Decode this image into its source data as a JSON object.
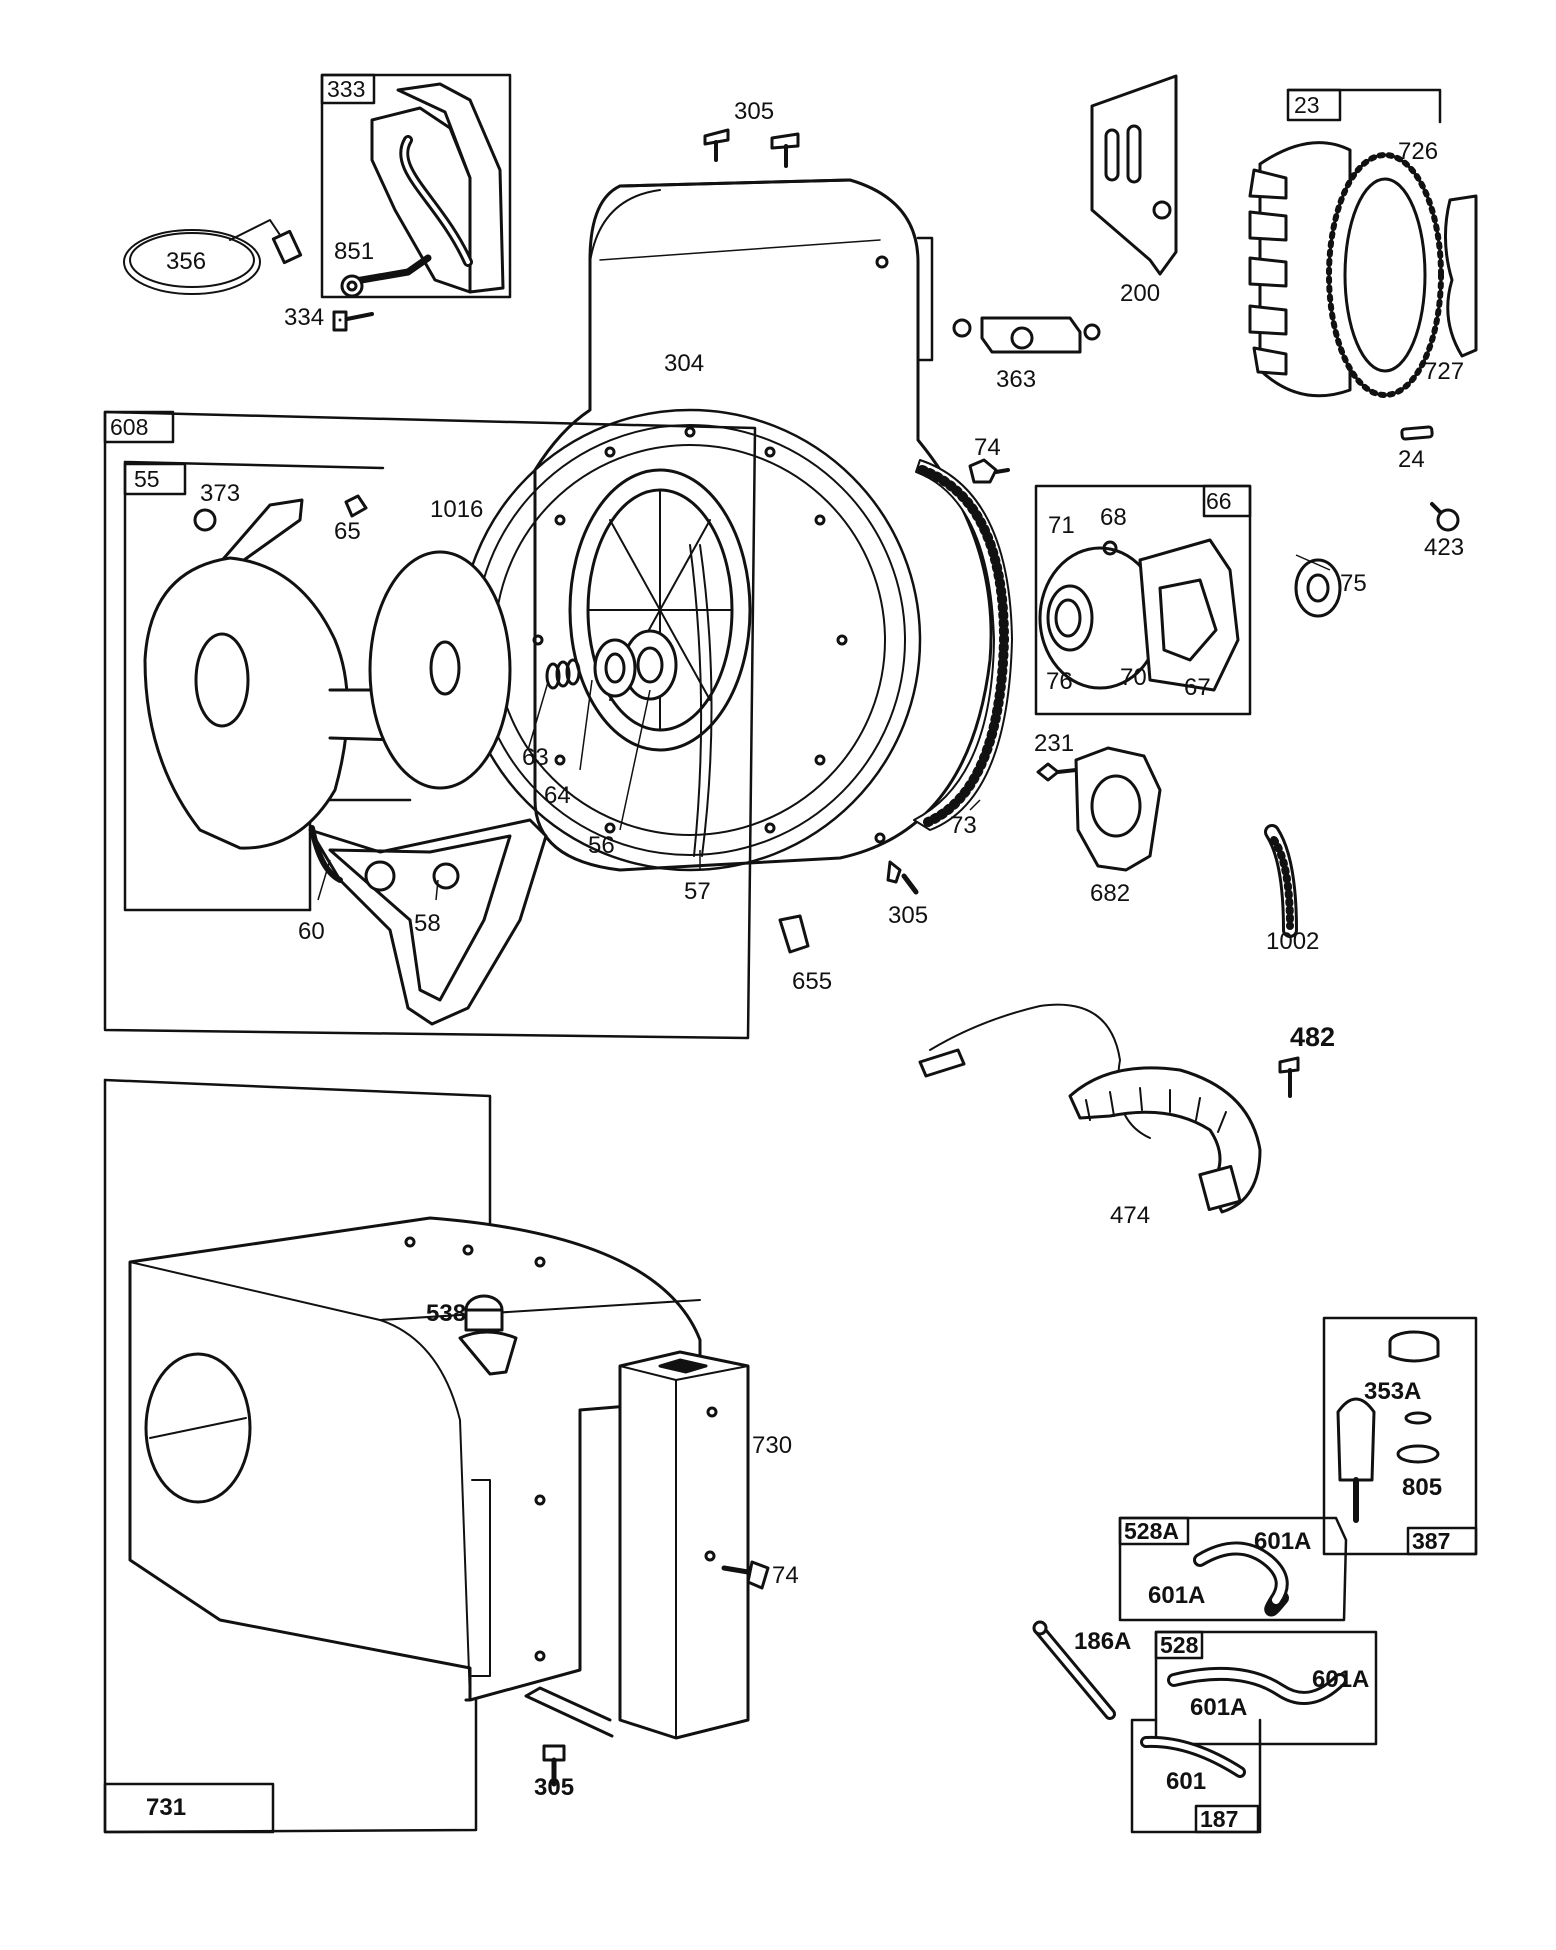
{
  "parts": {
    "p333": "333",
    "p356": "356",
    "p851": "851",
    "p334": "334",
    "p305_top": "305",
    "p304": "304",
    "p200": "200",
    "p23": "23",
    "p726": "726",
    "p727": "727",
    "p363": "363",
    "p24": "24",
    "p74_top": "74",
    "p423": "423",
    "p608": "608",
    "p55": "55",
    "p373": "373",
    "p65": "65",
    "p1016": "1016",
    "p63": "63",
    "p64": "64",
    "p56": "56",
    "p57": "57",
    "p60": "60",
    "p58": "58",
    "p66": "66",
    "p71": "71",
    "p68": "68",
    "p76": "76",
    "p70": "70",
    "p67": "67",
    "p75": "75",
    "p73": "73",
    "p231": "231",
    "p682": "682",
    "p305_mid": "305",
    "p655": "655",
    "p1002": "1002",
    "p482": "482",
    "p474": "474",
    "p538": "538",
    "p730": "730",
    "p74_bot": "74",
    "p305_bot": "305",
    "p731": "731",
    "p353A": "353A",
    "p805": "805",
    "p387": "387",
    "p528A": "528A",
    "p601A_a": "601A",
    "p601A_b": "601A",
    "p186A": "186A",
    "p528": "528",
    "p601A_c": "601A",
    "p601A_d": "601A",
    "p601": "601",
    "p187": "187"
  }
}
